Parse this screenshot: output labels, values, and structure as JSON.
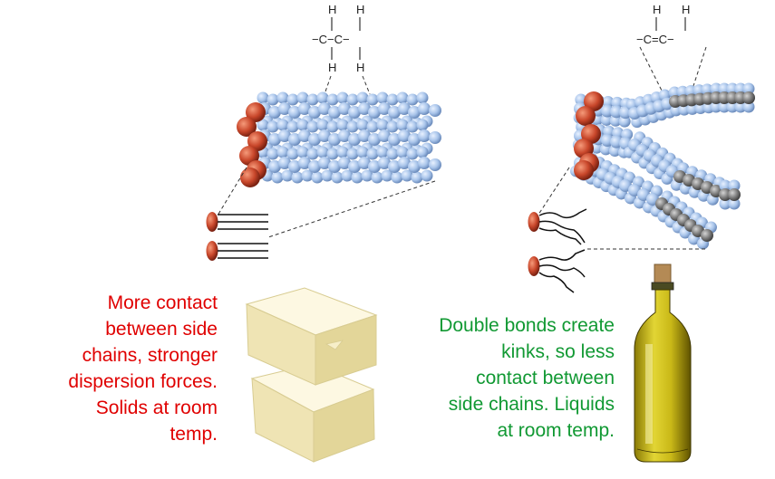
{
  "colors": {
    "saturated_caption": "#e00000",
    "unsaturated_caption": "#119933",
    "carbon_atom": "#7c7c7c",
    "hydrogen_atom": "#a8c4ea",
    "head_group": "#c8462a",
    "butter": "#f2e9bd",
    "oil": "#c9b817"
  },
  "saturated": {
    "formula": {
      "top_h": [
        "H",
        "H"
      ],
      "middle": "−C−C−",
      "bottom_h": [
        "H",
        "H"
      ]
    },
    "caption_lines": [
      "More contact",
      "between side",
      "chains, stronger",
      "dispersion forces.",
      "Solids at room",
      "temp."
    ],
    "image": "butter-blocks"
  },
  "unsaturated": {
    "formula": {
      "top_h": [
        "H",
        "H"
      ],
      "middle": "−C=C−"
    },
    "caption_lines": [
      "Double bonds create",
      "kinks, so less",
      "contact between",
      "side chains. Liquids",
      "at room temp."
    ],
    "image": "olive-oil-bottle"
  }
}
